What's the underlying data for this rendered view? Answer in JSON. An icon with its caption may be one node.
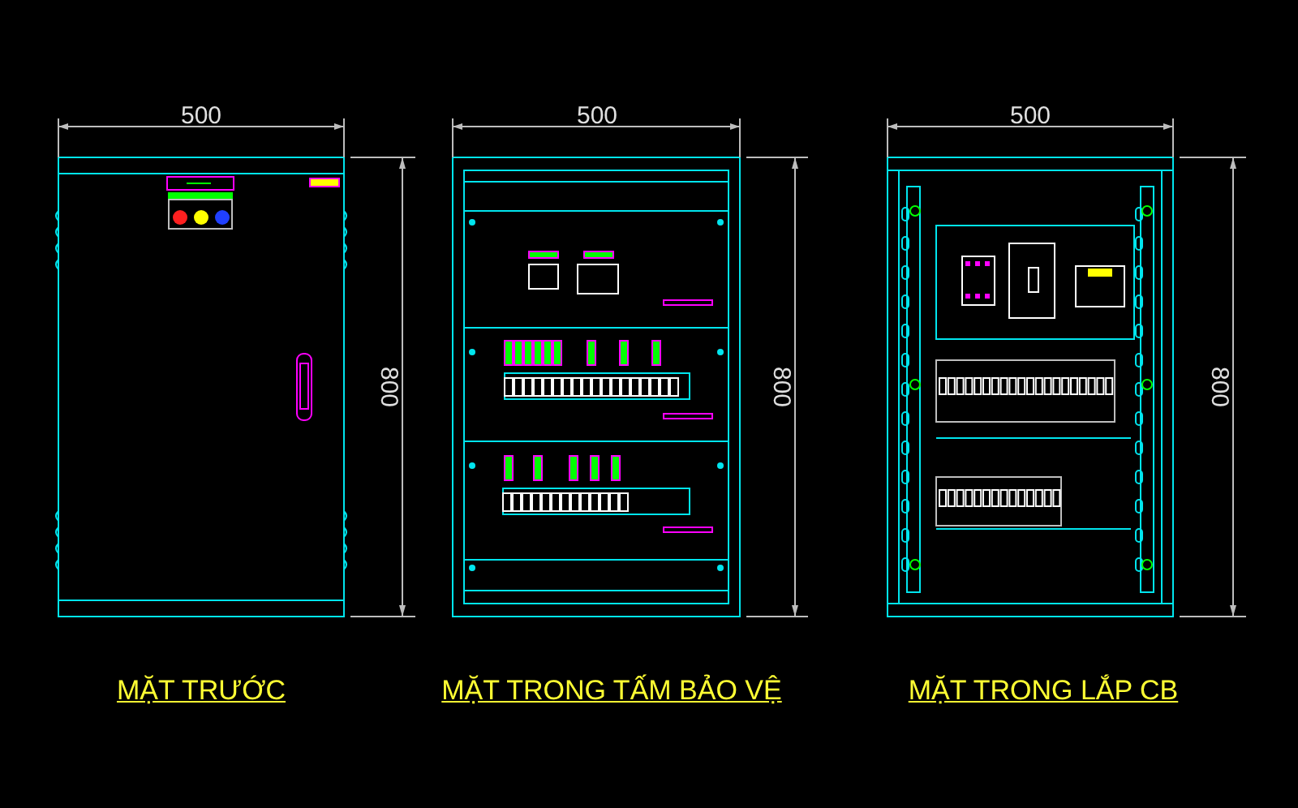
{
  "diagram": {
    "labels": [
      "500",
      "800",
      "500",
      "800",
      "500",
      "800",
      "MẶT TRƯỚC",
      "MẶT TRONG TẤM BẢO VỆ",
      "MẶT TRONG LẮP CB"
    ]
  }
}
